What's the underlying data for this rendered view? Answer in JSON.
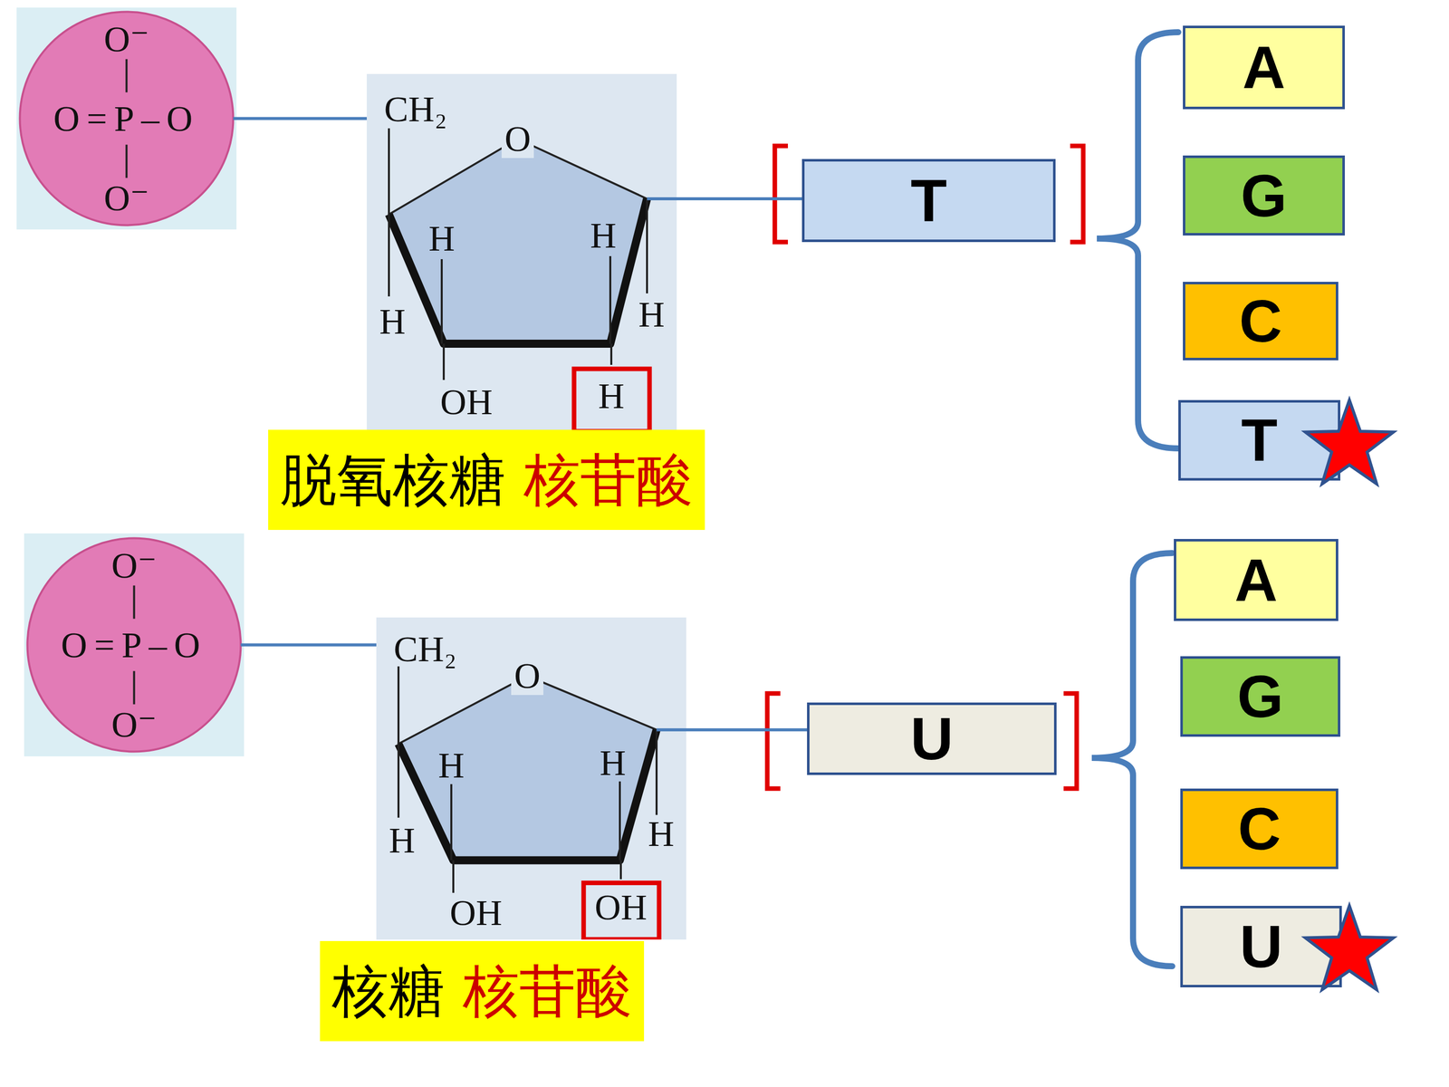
{
  "diagram": {
    "nodes": [
      {
        "text": [
          "O⁻",
          "O=P–O",
          "O⁻"
        ]
      },
      {
        "text": [
          "CH₂",
          "O",
          "H",
          "H",
          "H",
          "H",
          "OH",
          "H"
        ]
      },
      {
        "text": [
          "脱氧核糖",
          "核苷酸"
        ]
      },
      {
        "text": [
          "T"
        ]
      },
      {
        "text": [
          "A"
        ]
      },
      {
        "text": [
          "G"
        ]
      },
      {
        "text": [
          "C"
        ]
      },
      {
        "text": [
          "T"
        ]
      },
      {
        "text": [
          "O⁻",
          "O=P–O",
          "O⁻"
        ]
      },
      {
        "text": [
          "CH₂",
          "O",
          "H",
          "H",
          "H",
          "H",
          "OH",
          "OH"
        ]
      },
      {
        "text": [
          "核糖",
          "核苷酸"
        ]
      },
      {
        "text": [
          "U"
        ]
      },
      {
        "text": [
          "A"
        ]
      },
      {
        "text": [
          "G"
        ]
      },
      {
        "text": [
          "C"
        ]
      },
      {
        "text": [
          "U"
        ]
      }
    ],
    "edges": [
      {
        "from": 0,
        "to": 1,
        "arrow": "none"
      },
      {
        "from": 1,
        "to": 3,
        "arrow": "none"
      },
      {
        "from": 8,
        "to": 9,
        "arrow": "none"
      },
      {
        "from": 9,
        "to": 11,
        "arrow": "none"
      }
    ]
  }
}
